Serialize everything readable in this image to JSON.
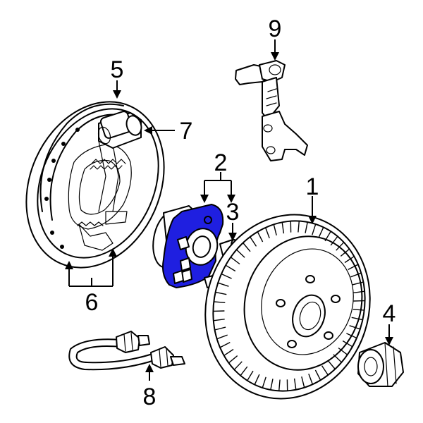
{
  "callouts": {
    "c1": "1",
    "c2": "2",
    "c3": "3",
    "c4": "4",
    "c5": "5",
    "c6": "6",
    "c7": "7",
    "c8": "8",
    "c9": "9"
  },
  "colors": {
    "highlight": "#1f1fe0",
    "line": "#000000",
    "background": "#ffffff"
  }
}
